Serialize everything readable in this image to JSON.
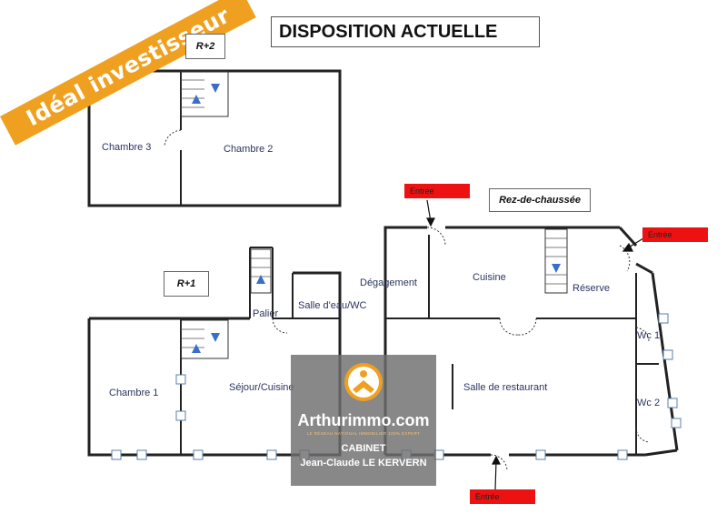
{
  "banner": {
    "text": "Idéal investisseur",
    "color": "#f0a020"
  },
  "title": "DISPOSITION ACTUELLE",
  "levels": {
    "r2": "R+2",
    "r1": "R+1",
    "rdc": "Rez-de-chaussée"
  },
  "rooms": {
    "chambre3": "Chambre 3",
    "chambre2": "Chambre 2",
    "chambre1": "Chambre 1",
    "sejour": "Séjour/Cuisine",
    "palier": "Palier",
    "salle_eau": "Salle d'eau/WC",
    "degagement": "Dégagement",
    "cuisine": "Cuisine",
    "reserve": "Réserve",
    "restaurant": "Salle de restaurant",
    "wc1": "Wc 1",
    "wc2": "Wc 2"
  },
  "entrances": {
    "top_left": "Entrée",
    "right": "Entrée",
    "bottom": "Entrée",
    "color": "#ee1111"
  },
  "watermark": {
    "brand": "Arthurimmo.com",
    "tagline": "LE RÉSEAU NATIONAL IMMOBILIER 100% EXPERT",
    "cabinet": "CABINET",
    "agent": "Jean-Claude LE KERVERN",
    "logo_icon": "arthurimmo-logo-icon",
    "logo_color": "#f0a020"
  },
  "colors": {
    "wall": "#222222",
    "stair_arrow": "#3a6fc9",
    "window": "#5a7fa8"
  }
}
